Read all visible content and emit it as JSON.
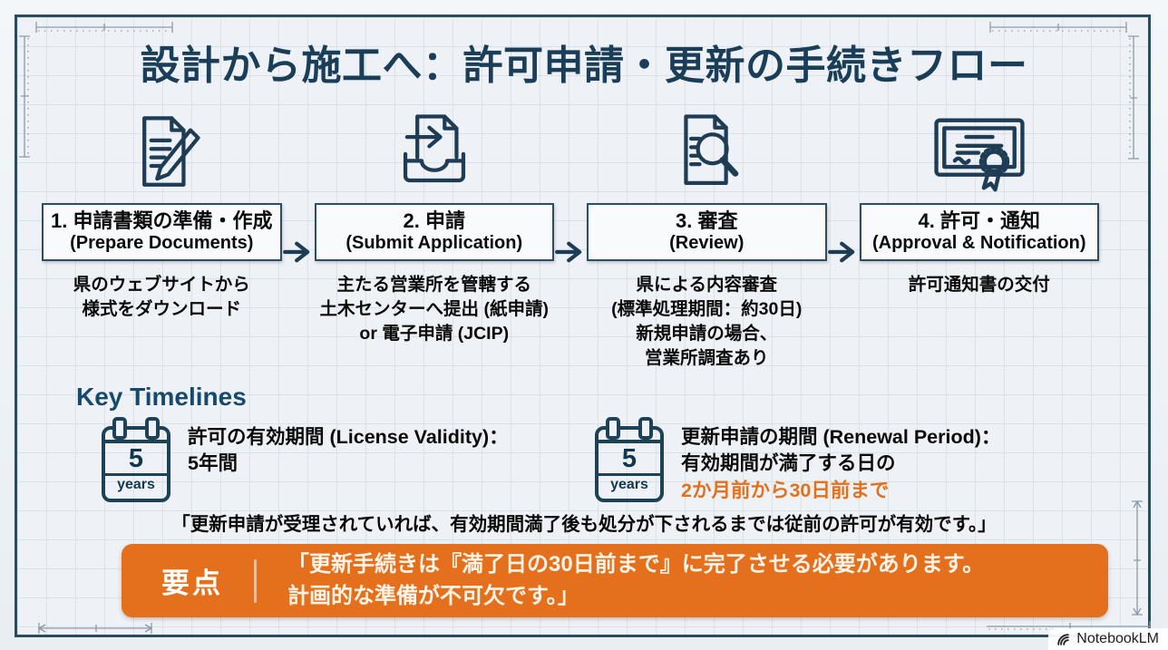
{
  "page": {
    "title": "設計から施工へ：許可申請・更新の手続きフロー",
    "brand": "NotebookLM"
  },
  "colors": {
    "navy": "#1c3f57",
    "orange": "#e4701e",
    "paper": "#eef2f6"
  },
  "flow": {
    "steps": [
      {
        "icon": "document-pencil-icon",
        "label": "1. 申請書類の準備・作成",
        "sublabel": "(Prepare Documents)",
        "description": "県のウェブサイトから\n様式をダウンロード"
      },
      {
        "icon": "submit-inbox-icon",
        "label": "2. 申請",
        "sublabel": "(Submit Application)",
        "description": "主たる営業所を管轄する\n土木センターへ提出 (紙申請)\nor 電子申請 (JCIP)"
      },
      {
        "icon": "document-magnifier-icon",
        "label": "3. 審査",
        "sublabel": "(Review)",
        "description": "県による内容審査\n(標準処理期間：約30日)\n新規申請の場合、\n営業所調査あり"
      },
      {
        "icon": "certificate-icon",
        "label": "4. 許可・通知",
        "sublabel": "(Approval & Notification)",
        "description": "許可通知書の交付"
      }
    ]
  },
  "timelines": {
    "heading": "Key Timelines",
    "items": [
      {
        "calendar_number": "5",
        "calendar_unit": "years",
        "text": "許可の有効期間 (License Validity)：\n5年間",
        "highlight": ""
      },
      {
        "calendar_number": "5",
        "calendar_unit": "years",
        "text": "更新申請の期間 (Renewal Period)：\n有効期間が満了する日の",
        "highlight": "2か月前から30日前まで"
      }
    ]
  },
  "note": "「更新申請が受理されていれば、有効期間満了後も処分が下されるまでは従前の許可が有効です。」",
  "keypoint": {
    "label": "要点",
    "text": "「更新手続きは『満了日の30日前まで』に完了させる必要があります。\n計画的な準備が不可欠です。」"
  }
}
